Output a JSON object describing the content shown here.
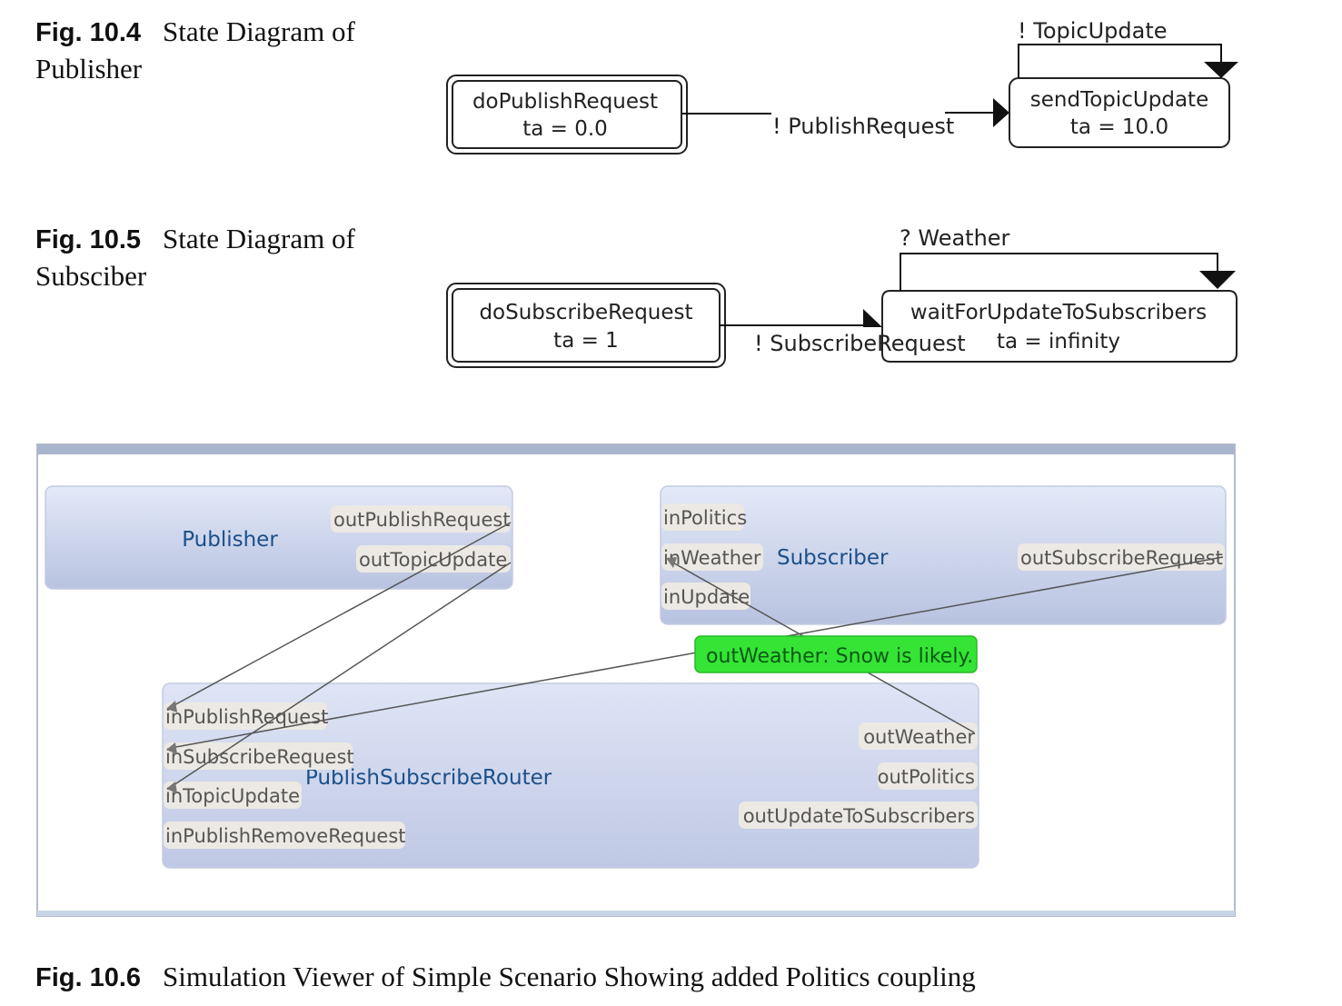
{
  "fig4": {
    "num": "Fig. 10.4",
    "title_l1": "State Diagram of",
    "title_l2": "Publisher"
  },
  "fig5": {
    "num": "Fig. 10.5",
    "title_l1": "State Diagram of",
    "title_l2": "Subsciber"
  },
  "fig6": {
    "num": "Fig. 10.6",
    "title": "Simulation Viewer of Simple Scenario Showing added Politics coupling"
  },
  "publisher_diagram": {
    "state1_name": "doPublishRequest",
    "state1_ta": "ta = 0.0",
    "state2_name": "sendTopicUpdate",
    "state2_ta": "ta = 10.0",
    "transition": "! PublishRequest",
    "self_loop": "! TopicUpdate"
  },
  "subscriber_diagram": {
    "state1_name": "doSubscribeRequest",
    "state1_ta": "ta = 1",
    "state2_name": "waitForUpdateToSubscribers",
    "state2_ta": "ta = infinity",
    "transition": "! SubscribeRequest",
    "self_loop": "? Weather"
  },
  "viewer": {
    "publisher": {
      "name": "Publisher",
      "out_ports": [
        "outPublishRequest",
        "outTopicUpdate"
      ]
    },
    "subscriber": {
      "name": "Subscriber",
      "in_ports": [
        "inPolitics",
        "inWeather",
        "inUpdate"
      ],
      "out_ports": [
        "outSubscribeRequest"
      ]
    },
    "router": {
      "name": "PublishSubscribeRouter",
      "in_ports": [
        "inPublishRequest",
        "inSubscribeRequest",
        "inTopicUpdate",
        "inPublishRemoveRequest"
      ],
      "out_ports": [
        "outWeather",
        "outPolitics",
        "outUpdateToSubscribers"
      ]
    },
    "message": "outWeather: Snow is likely."
  },
  "colors": {
    "model_fill": "#c9d3ec",
    "message_fill": "#35e435",
    "frame_bar": "#a9b5cc"
  }
}
